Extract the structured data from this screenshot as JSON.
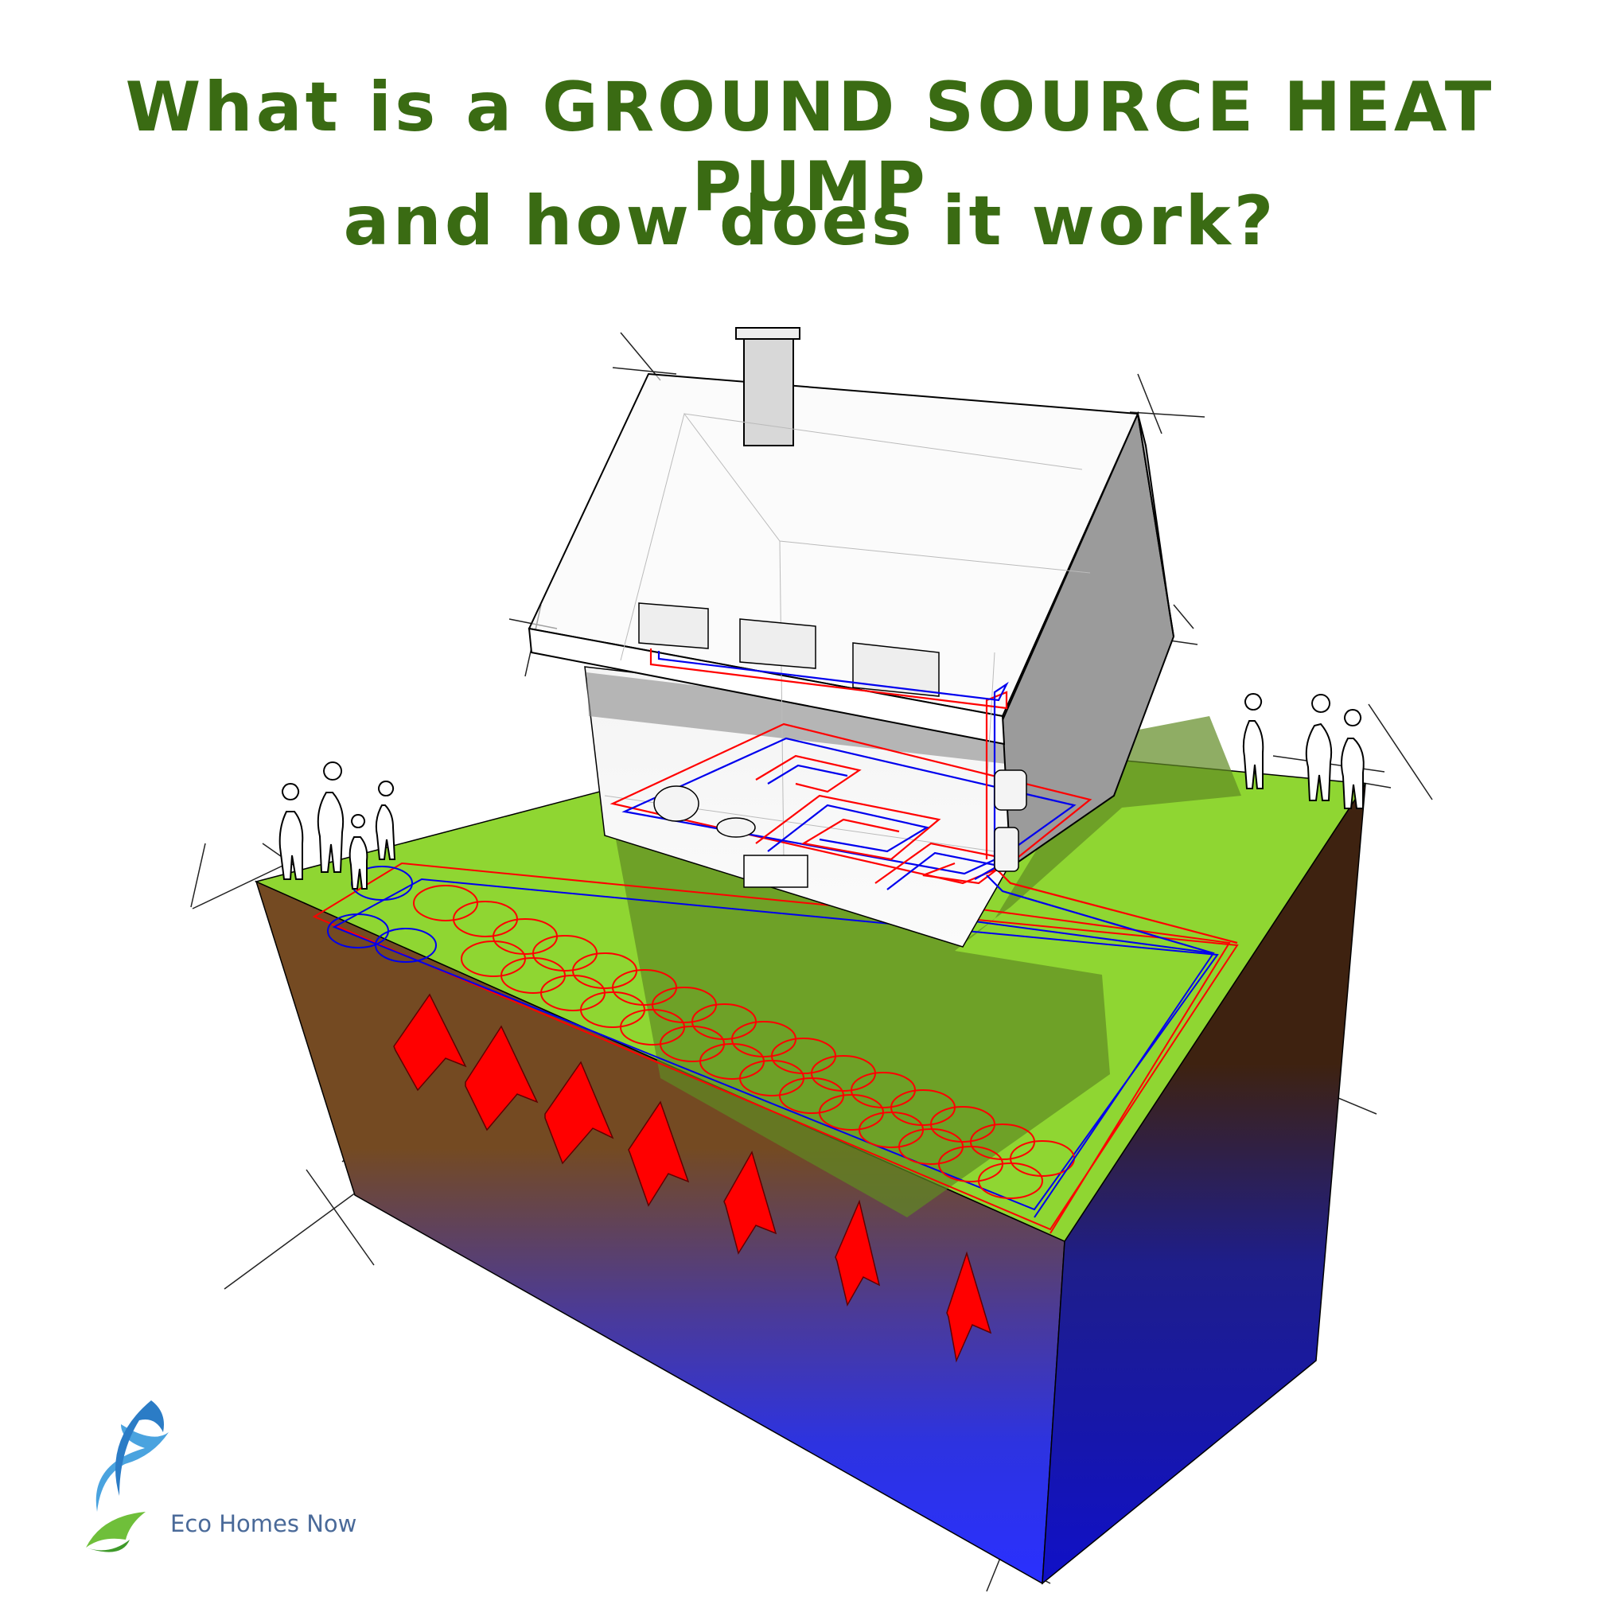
{
  "header": {
    "title_line1": "What is a GROUND SOURCE HEAT PUMP",
    "title_line2": "and how does it work?"
  },
  "brand": {
    "name": "Eco Homes Now"
  },
  "colors": {
    "title": "#3a6b13",
    "grass": "#8fd632",
    "grass_shade": "#5f8a22",
    "soil": "#744a22",
    "soil_dark": "#3e2210",
    "water": "#2a34ff",
    "pipe_hot": "#ff0000",
    "pipe_cold": "#0000ee",
    "heat_arrow": "#ff0000",
    "brand_text": "#4a6a99",
    "logo_blue": "#4aa3df",
    "logo_green": "#6fbf3a"
  },
  "icons": {
    "heat_arrow": "heat-arrow-icon",
    "logo": "eco-logo-icon",
    "person": "person-silhouette-icon"
  }
}
